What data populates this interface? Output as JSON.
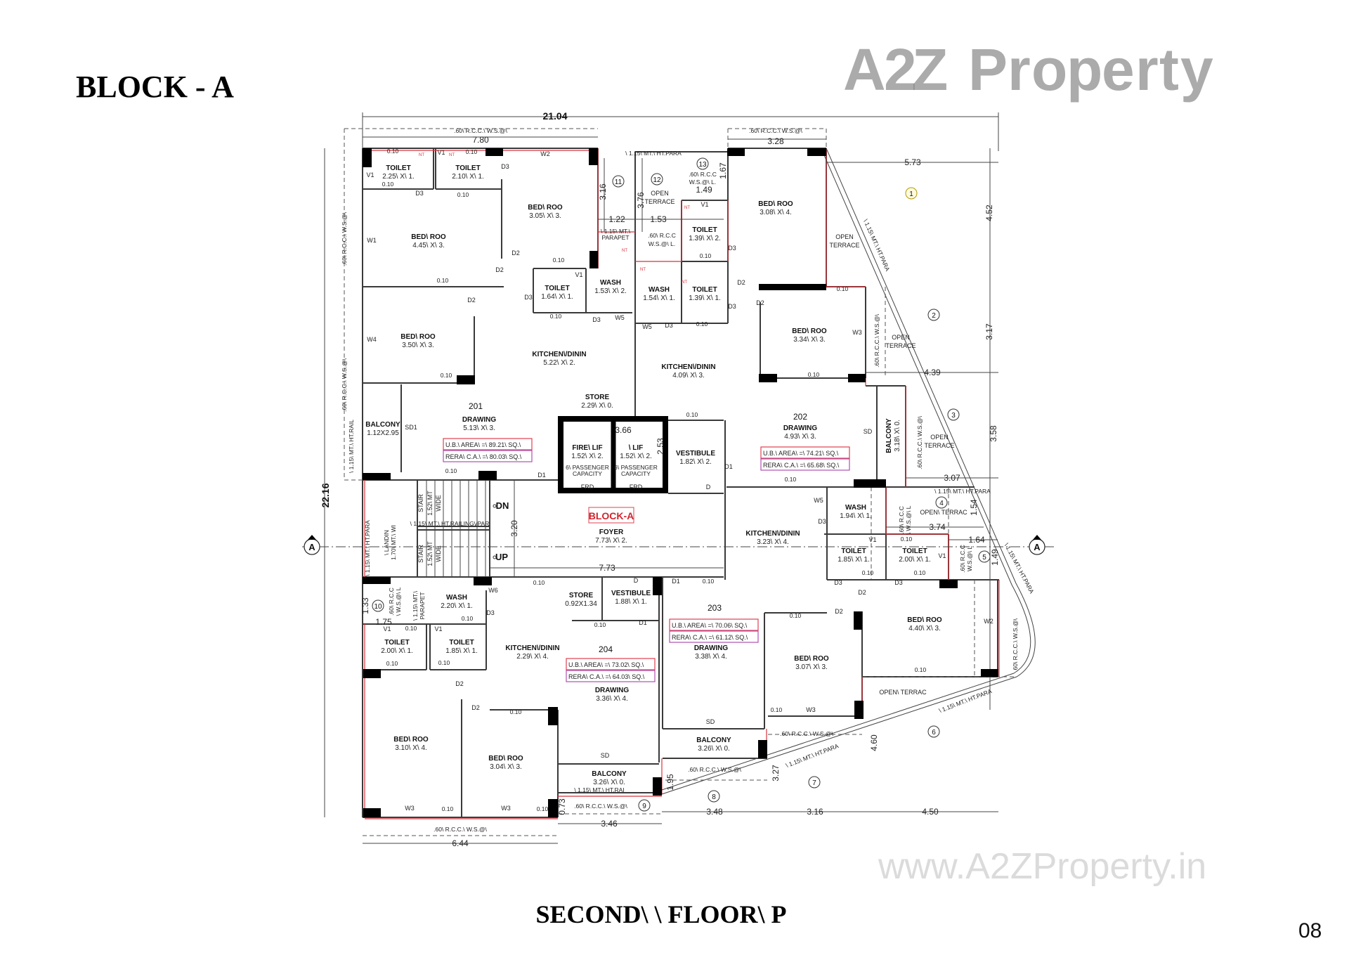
{
  "title": "BLOCK - A",
  "subtitle": "SECOND\\ \\ FLOOR\\ P",
  "page_number": "08",
  "watermark": {
    "logo_text": [
      "A",
      "2",
      "Z",
      " ",
      "P",
      "r",
      "o",
      "p",
      "e",
      "r",
      "t",
      "y"
    ],
    "url": "www.A2ZProperty.in"
  },
  "block_label": "BLOCK-A",
  "colors": {
    "wall": "#3a3a3a",
    "red_line": "#d8333b",
    "block_label": "#d0262e",
    "ub_box": "#e04050",
    "rera_box": "#b04fb0"
  },
  "rooms": [
    {
      "name": "TOILET",
      "size": "2.25\\ X\\ 1."
    },
    {
      "name": "TOILET",
      "size": "2.10\\ X\\ 1."
    },
    {
      "name": "BED\\ ROO",
      "size": "3.05\\ X\\ 3."
    },
    {
      "name": "BED\\ ROO",
      "size": "4.45\\ X\\ 3."
    },
    {
      "name": "TOILET",
      "size": "1.64\\ X\\ 1."
    },
    {
      "name": "WASH",
      "size": "1.53\\ X\\ 2."
    },
    {
      "name": "BED\\ ROO",
      "size": "3.50\\ X\\ 3."
    },
    {
      "name": "KITCHEN\\/DININ",
      "size": "5.22\\ X\\ 2."
    },
    {
      "name": "STORE",
      "size": "2.29\\ X\\ 0."
    },
    {
      "name": "DRAWING",
      "size": "5.13\\ X\\ 3."
    },
    {
      "name": "BALCONY",
      "size": "1.12X2.95"
    },
    {
      "name": "OPEN",
      "size": "TERRACE"
    },
    {
      "name": "TOILET",
      "size": "1.39\\ X\\ 2."
    },
    {
      "name": "WASH",
      "size": "1.54\\ X\\ 1."
    },
    {
      "name": "TOILET",
      "size": "1.39\\ X\\ 1."
    },
    {
      "name": "BED\\ ROO",
      "size": "3.08\\ X\\ 4."
    },
    {
      "name": "OPEN",
      "size": "TERRACE"
    },
    {
      "name": "BED\\ ROO",
      "size": "3.34\\ X\\ 3."
    },
    {
      "name": "OPEN",
      "size": "TERRACE"
    },
    {
      "name": "KITCHEN\\/DININ",
      "size": "4.09\\ X\\ 3."
    },
    {
      "name": "DRAWING",
      "size": "4.93\\ X\\ 3."
    },
    {
      "name": "BALCONY",
      "size": "3.18\\ X\\ 0."
    },
    {
      "name": "OPEN",
      "size": "TERRACE"
    },
    {
      "name": "FIRE\\ LIF",
      "size": "1.52\\ X\\ 2."
    },
    {
      "name": "\\ LIF",
      "size": "1.52\\ X\\ 2."
    },
    {
      "name": "VESTIBULE",
      "size": "1.82\\ X\\ 2."
    },
    {
      "name": "FOYER",
      "size": "7.73\\ X\\ 2."
    },
    {
      "name": "WASH",
      "size": "1.94\\ X\\ 1."
    },
    {
      "name": "OPEN\\ TERRAC",
      "size": ""
    },
    {
      "name": "KITCHEN\\/DININ",
      "size": "3.23\\ X\\ 4."
    },
    {
      "name": "TOILET",
      "size": "1.85\\ X\\ 1."
    },
    {
      "name": "TOILET",
      "size": "2.00\\ X\\ 1."
    },
    {
      "name": "WASH",
      "size": "2.20\\ X\\ 1."
    },
    {
      "name": "STORE",
      "size": "0.92X1.34"
    },
    {
      "name": "VESTIBULE",
      "size": "1.88\\ X\\ 1."
    },
    {
      "name": "TOILET",
      "size": "2.00\\ X\\ 1."
    },
    {
      "name": "TOILET",
      "size": "1.85\\ X\\ 1."
    },
    {
      "name": "KITCHEN\\/DININ",
      "size": "2.29\\ X\\ 4."
    },
    {
      "name": "DRAWING",
      "size": "3.36\\ X\\ 4."
    },
    {
      "name": "BED\\ ROO",
      "size": "3.10\\ X\\ 4."
    },
    {
      "name": "BED\\ ROO",
      "size": "3.04\\ X\\ 3."
    },
    {
      "name": "BALCONY",
      "size": "3.26\\ X\\ 0."
    },
    {
      "name": "DRAWING",
      "size": "3.38\\ X\\ 4."
    },
    {
      "name": "BED\\ ROO",
      "size": "3.07\\ X\\ 3."
    },
    {
      "name": "BED\\ ROO",
      "size": "4.40\\ X\\ 3."
    },
    {
      "name": "BALCONY",
      "size": "3.26\\ X\\ 0."
    },
    {
      "name": "OPEN\\ TERRAC",
      "size": ""
    }
  ],
  "lift_caption": [
    "6\\ PASSENGER",
    "CAPACITY"
  ],
  "units": [
    {
      "number": "201",
      "ub_area": "U.B.\\ AREA\\ =\\ 89.21\\ SQ.\\",
      "rera_area": "RERA\\ C.A.\\ =\\ 80.03\\ SQ.\\"
    },
    {
      "number": "202",
      "ub_area": "U.B.\\ AREA\\ =\\ 74.21\\ SQ.\\",
      "rera_area": "RERA\\ C.A.\\ =\\ 65.68\\ SQ.\\"
    },
    {
      "number": "203",
      "ub_area": "U.B.\\ AREA\\ =\\ 70.06\\ SQ.\\",
      "rera_area": "RERA\\ C.A.\\ =\\ 61.12\\ SQ.\\"
    },
    {
      "number": "204",
      "ub_area": "U.B.\\ AREA\\ =\\ 73.02\\ SQ.\\",
      "rera_area": "RERA\\ C.A.\\ =\\ 64.03\\ SQ.\\"
    }
  ],
  "dimensions": [
    "21.04",
    "7.80",
    "3.28",
    "5.73",
    "4.52",
    "3.17",
    "4.39",
    "3.58",
    "3.07",
    "3.74",
    "1.64",
    "1.54",
    "1.49",
    "22.16",
    "3.16",
    "3.76",
    "1.22",
    "1.53",
    "1.49",
    "1.67",
    "3.66",
    "2.53",
    "3.20",
    "7.73",
    "1.33",
    "1.75",
    "6.44",
    "3.46",
    "0.73",
    "1.95",
    "3.48",
    "3.16",
    "4.50",
    "3.27",
    "4.60"
  ],
  "notes": [
    ".60\\ R.C.C.\\ W.S.@\\",
    ".60\\ R.C.C.\\ W.S.@\\",
    ".60\\ R.C.C.\\ W.S.@\\",
    ".60\\ R.C.C.\\ W.S.@\\",
    "\\ 1.15\\ MT.\\ HT.RAIL",
    "\\ 1.15\\ MT.\\ HT.PARA",
    ".60\\ R.C.C",
    "W.S.@\\ L.",
    "\\ 1.15\\ MT.\\",
    "PARAPET",
    ".60\\ R.C.C",
    "W.S.@\\ L.",
    "\\ 1.15\\ MT.\\ HT.PARA",
    ".60\\ R.C.C.\\ W.S.@\\",
    ".60\\ R.C.C.\\ W.S.@\\",
    "\\ 1.15\\ MT.\\ HT.PARA",
    ".60\\ R.C.C",
    "\\ W.S.@\\ L",
    ".60\\ R.C.C",
    "W.S.@\\ L",
    "\\ 1.15\\ MT.\\ HT.PARA",
    ".60\\ R.C.C.\\ W.S.@\\",
    "\\ 1.15\\ MT.\\ HT.PARA",
    "\\ 1.15\\ MT.\\ HT.PARA",
    ".60\\ R.C.C.\\ W.S.@\\",
    ".60\\ R.C.C.\\ W.S.@\\",
    "\\ 1.15\\ MT.\\ HT.RAI",
    ".60\\ R.C.C.\\ W.S.@\\",
    ".60\\ R.C.C.\\ W.S.@\\",
    "\\ 1.15\\ MT.\\ HT.RAILING\\/PAR",
    "\\ LANDIN",
    "1.70\\ MT.\\ WI",
    "\\ 1.15\\ MT.\\ HT.PARA",
    ".60\\ R.C.C",
    "\\ W.S.@\\ L",
    "\\ 1.15\\ MT.\\",
    "PARAPET"
  ],
  "stair": {
    "label": "STAIR",
    "width": "1.52\\ MT",
    "wide": "WIDE",
    "down": "DN",
    "up": "UP"
  },
  "section_marker": "A",
  "circles": [
    "1",
    "2",
    "3",
    "4",
    "5",
    "6",
    "7",
    "8",
    "9",
    "10",
    "11",
    "12",
    "13"
  ],
  "tags": [
    "W2",
    "V1",
    "V1",
    "D3",
    "D3",
    "W1",
    "D2",
    "D2",
    "W4",
    "D2",
    "D3",
    "W5",
    "V1",
    "D3",
    "W5",
    "D3",
    "V1",
    "D2",
    "D2",
    "D3",
    "D3",
    "W3",
    "SD1",
    "D1",
    "FRD",
    "FRD",
    "D",
    "SD",
    "D1",
    "W5",
    "D3",
    "V1",
    "V1",
    "D2",
    "D3",
    "D3",
    "W6",
    "D3",
    "D",
    "D1",
    "D1",
    "V1",
    "V1",
    "D2",
    "D2",
    "D2",
    "W2",
    "W3",
    "W3",
    "SD",
    "SD",
    "W3",
    "NT",
    "NT",
    "NT",
    "NT",
    "NT",
    "NT"
  ],
  "wall_thickness_label": "0.10"
}
